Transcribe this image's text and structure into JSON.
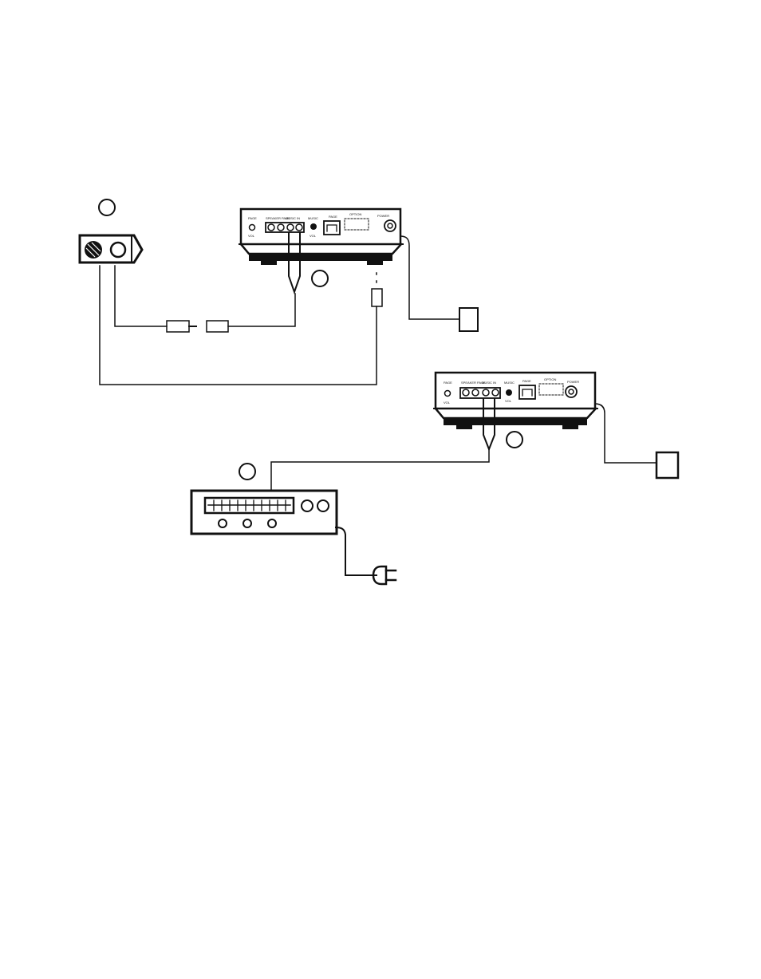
{
  "diagram": {
    "callout_markers": [
      "",
      "",
      "",
      ""
    ],
    "terminal_boxes": [
      "",
      ""
    ],
    "amplifier_a": {
      "labels": {
        "page": "PAGE",
        "speaker_page": "SPEAKER PAGE",
        "music_in": "MUSIC IN",
        "music_vol": "MUSIC",
        "vol": "VOL",
        "phone": "PAGE",
        "options": "OPTION",
        "power": "POWER"
      }
    },
    "amplifier_b": {
      "labels": {
        "page": "PAGE",
        "speaker_page": "SPEAKER PAGE",
        "music_in": "MUSIC IN",
        "music_vol": "MUSIC",
        "vol": "VOL",
        "phone": "PAGE",
        "options": "OPTION",
        "power": "POWER"
      }
    }
  }
}
